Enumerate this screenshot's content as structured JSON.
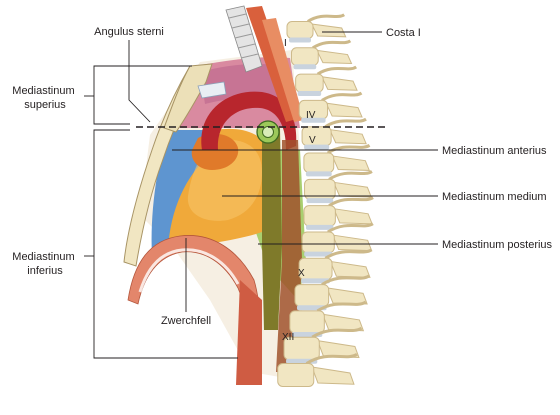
{
  "labels": {
    "angulus_sterni": "Angulus sterni",
    "costa_i": "Costa I",
    "mediastinum_superius": [
      "Mediastinum",
      "superius"
    ],
    "mediastinum_inferius": [
      "Mediastinum",
      "inferius"
    ],
    "mediastinum_anterius": "Mediastinum anterius",
    "mediastinum_medium": "Mediastinum medium",
    "mediastinum_posterius": "Mediastinum posterius",
    "zwerchfell": "Zwerchfell"
  },
  "vertebra_numerals": {
    "i": "I",
    "iv": "IV",
    "v": "V",
    "x": "X",
    "xii": "XII"
  },
  "colors": {
    "bone": "#f1e6c2",
    "bone_shadow": "#cdb98a",
    "superius_region": "#d98aa0",
    "anterius_region": "#5e95d0",
    "medium_region": "#f0a93a",
    "posterius_region": "#a9cf6f",
    "aorta": "#b8262d",
    "esophagus": "#7f7a2a",
    "diaphragm": "#e3866b",
    "trachea": "#e4e4e4",
    "muscle": "#d9603c",
    "line": "#231f20"
  }
}
